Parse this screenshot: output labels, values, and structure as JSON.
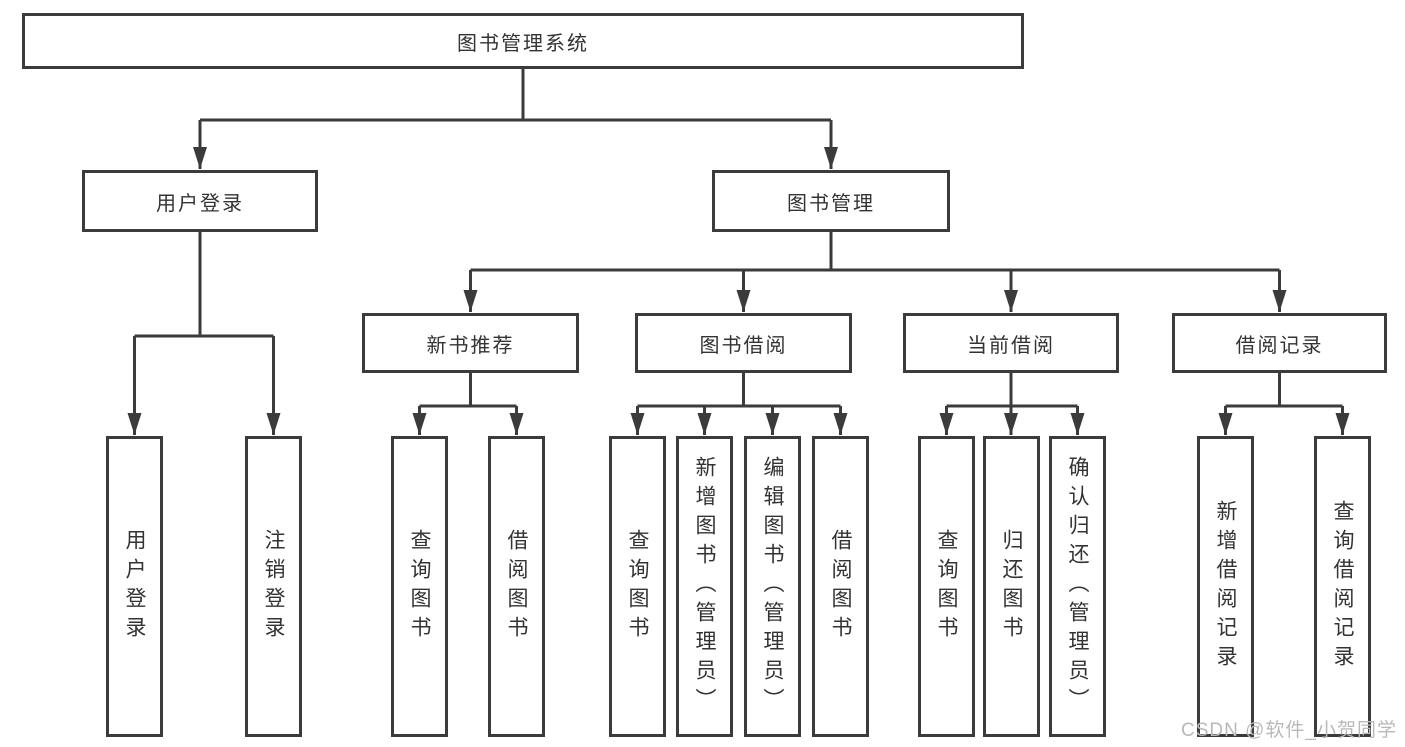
{
  "diagram": {
    "root": {
      "label": "图书管理系统"
    },
    "branches": [
      {
        "label": "用户登录",
        "children": [
          {
            "label": "用户登录"
          },
          {
            "label": "注销登录"
          }
        ]
      },
      {
        "label": "图书管理",
        "children": [
          {
            "label": "新书推荐",
            "children": [
              {
                "label": "查询图书"
              },
              {
                "label": "借阅图书"
              }
            ]
          },
          {
            "label": "图书借阅",
            "children": [
              {
                "label": "查询图书"
              },
              {
                "label": "新增图书（管理员）"
              },
              {
                "label": "编辑图书（管理员）"
              },
              {
                "label": "借阅图书"
              }
            ]
          },
          {
            "label": "当前借阅",
            "children": [
              {
                "label": "查询图书"
              },
              {
                "label": "归还图书"
              },
              {
                "label": "确认归还（管理员）"
              }
            ]
          },
          {
            "label": "借阅记录",
            "children": [
              {
                "label": "新增借阅记录"
              },
              {
                "label": "查询借阅记录"
              }
            ]
          }
        ]
      }
    ]
  },
  "watermark": {
    "text": "CSDN @软件_小贺同学"
  },
  "colors": {
    "line": "#3b3b3b",
    "text": "#333333",
    "background": "#ffffff",
    "watermark": "#b9b9b9"
  }
}
